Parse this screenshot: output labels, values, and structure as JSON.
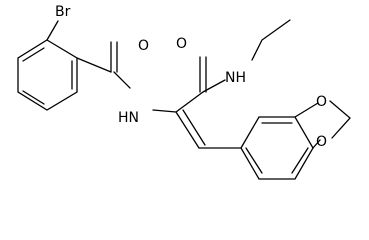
{
  "diagram": {
    "type": "chemical-structure",
    "line_color": "#000000",
    "background_color": "#ffffff",
    "atom_labels": {
      "bromine": "Br",
      "amide_oxygen_left": "O",
      "amide_nitrogen_left": "HN",
      "amide_oxygen_right": "O",
      "amide_nitrogen_right": "NH",
      "dioxole_oxygen_top": "O",
      "dioxole_oxygen_bottom": "O"
    }
  }
}
